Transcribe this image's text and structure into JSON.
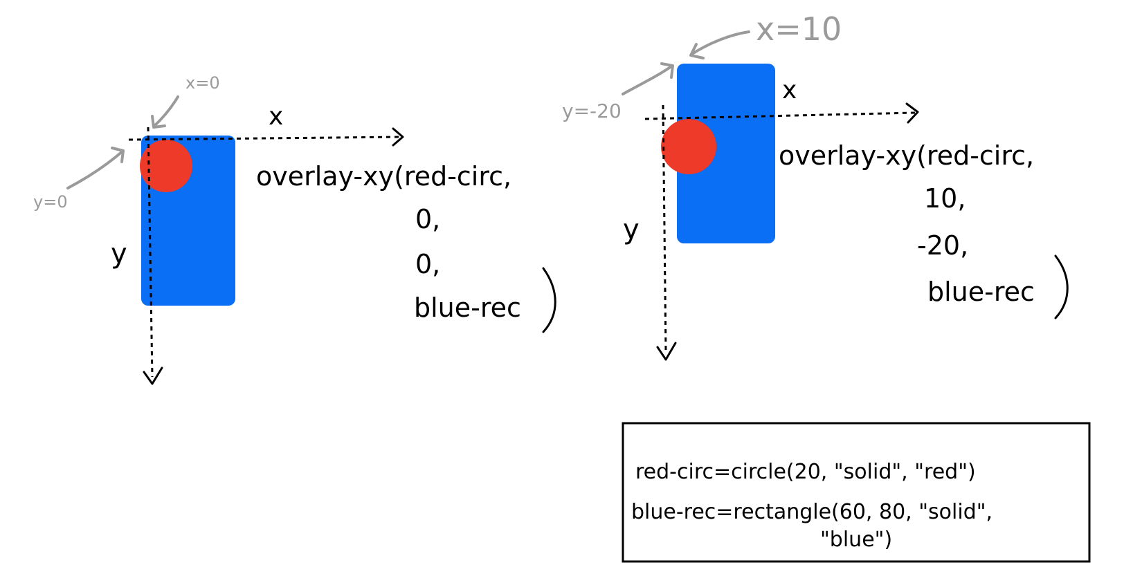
{
  "colors": {
    "rect": "#0a6ff5",
    "circle": "#ee3a28",
    "ink": "#000000",
    "annotation": "#9a9a9a"
  },
  "left": {
    "x_axis_label": "x",
    "y_axis_label": "y",
    "x_note": "x=0",
    "y_note": "y=0",
    "code": {
      "call": "overlay-xy(red-circ,",
      "arg_x": "0,",
      "arg_y": "0,",
      "arg_base": "blue-rec"
    }
  },
  "right": {
    "x_axis_label": "x",
    "y_axis_label": "y",
    "x_note": "x=10",
    "y_note": "y=-20",
    "code": {
      "call": "overlay-xy(red-circ,",
      "arg_x": "10,",
      "arg_y": "-20,",
      "arg_base": "blue-rec"
    }
  },
  "definitions": {
    "line1": "red-circ=circle(20, \"solid\", \"red\")",
    "line2": "blue-rec=rectangle(60, 80, \"solid\",",
    "line3": "\"blue\")"
  }
}
